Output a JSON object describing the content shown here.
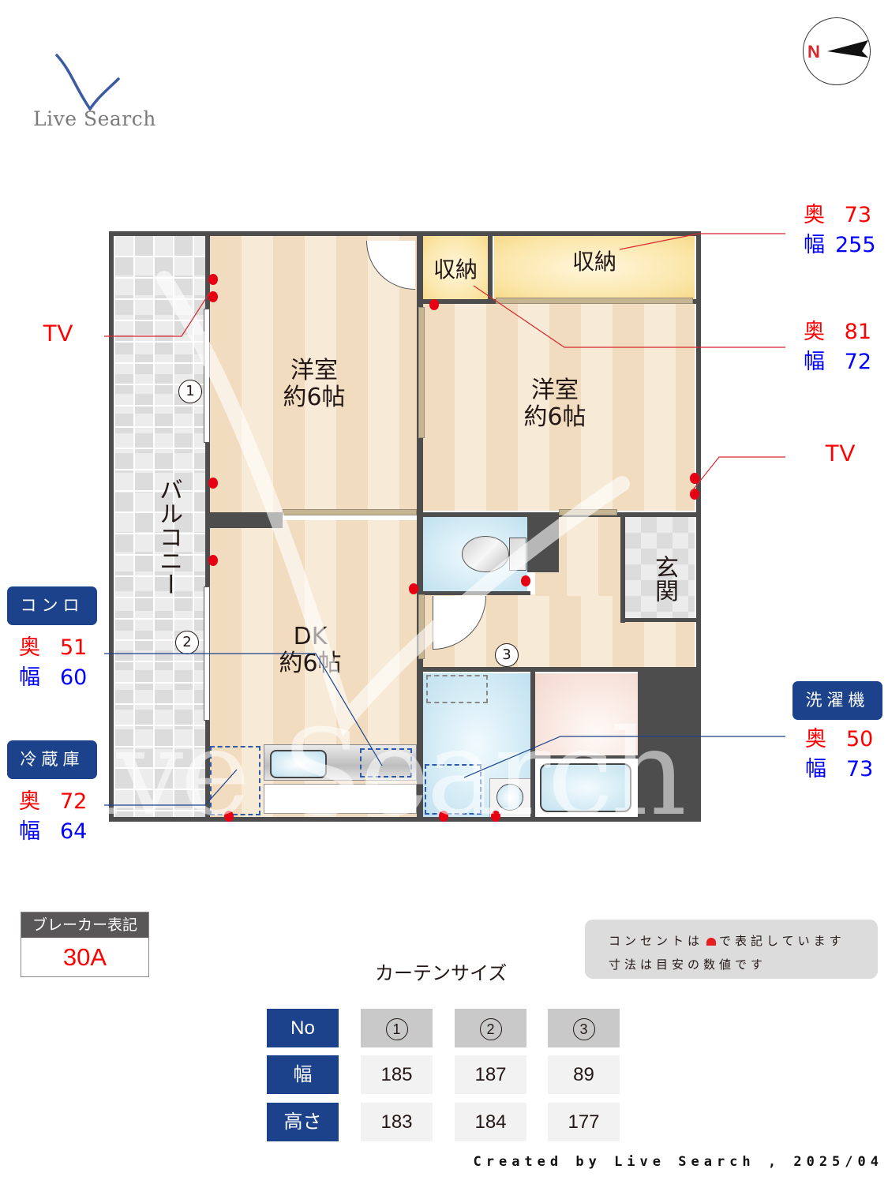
{
  "logo": {
    "text": "Live Search",
    "mark_color": "#3a5ba0"
  },
  "compass": {
    "letter": "N",
    "letter_color": "#d7282f"
  },
  "rooms": {
    "western_left": {
      "label": "洋室\n約6帖"
    },
    "western_right": {
      "label": "洋室\n約6帖"
    },
    "dk": {
      "label": "DK\n約6帖"
    },
    "storage_small": {
      "label": "収納"
    },
    "storage_large": {
      "label": "収納"
    },
    "balcony": {
      "label": "バルコニー"
    },
    "entrance": {
      "label": "玄関"
    }
  },
  "curtain_markers": [
    "1",
    "2",
    "3"
  ],
  "annotations": {
    "tv_left": "TV",
    "tv_right": "TV",
    "storage_large": {
      "depth_label": "奥",
      "depth": "73",
      "width_label": "幅",
      "width": "255"
    },
    "storage_small": {
      "depth_label": "奥",
      "depth": "81",
      "width_label": "幅",
      "width": "72"
    },
    "stove": {
      "tag": "コンロ",
      "depth_label": "奥",
      "depth": "51",
      "width_label": "幅",
      "width": "60"
    },
    "fridge": {
      "tag": "冷蔵庫",
      "depth_label": "奥",
      "depth": "72",
      "width_label": "幅",
      "width": "64"
    },
    "washer": {
      "tag": "洗濯機",
      "depth_label": "奥",
      "depth": "50",
      "width_label": "幅",
      "width": "73"
    }
  },
  "breaker": {
    "label": "ブレーカー表記",
    "value": "30A"
  },
  "note": {
    "line1_pre": "コンセントは",
    "line1_post": "で表記しています",
    "line2": "寸法は目安の数値です"
  },
  "curtain_table": {
    "title": "カーテンサイズ",
    "row_headers": [
      "No",
      "幅",
      "高さ"
    ],
    "columns": [
      {
        "no": "1",
        "width": "185",
        "height": "183"
      },
      {
        "no": "2",
        "width": "187",
        "height": "184"
      },
      {
        "no": "3",
        "width": "89",
        "height": "177"
      }
    ]
  },
  "footer": "Created by Live Search , 2025/04",
  "watermark": "Live Search",
  "colors": {
    "depth": "#ff0000",
    "width": "#0000ff",
    "tag_bg": "#1b428a",
    "outlet": "#e60012",
    "wall": "#4d4d4d"
  }
}
